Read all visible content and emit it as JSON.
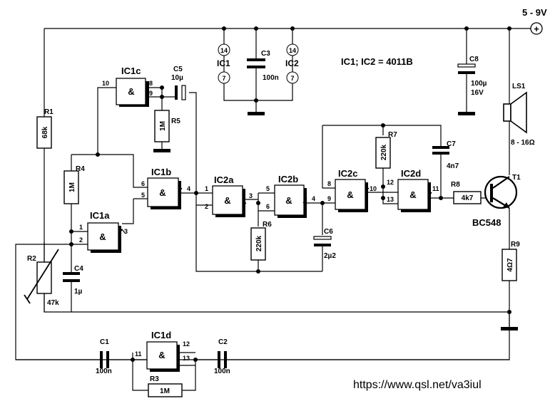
{
  "supply": {
    "label": "5 - 9V",
    "symbol": "+"
  },
  "ic_note": "IC1; IC2 = 4011B",
  "gate_symbol": "&",
  "url": "https://www.qsl.net/va3iul",
  "ic_power": [
    {
      "name": "IC1",
      "pin_top": "14",
      "pin_bottom": "7"
    },
    {
      "name": "IC2",
      "pin_top": "14",
      "pin_bottom": "7"
    }
  ],
  "gates": [
    {
      "name": "IC1c",
      "pins": [
        "10",
        "8",
        "9"
      ]
    },
    {
      "name": "IC1b",
      "pins": [
        "6",
        "5",
        "4"
      ]
    },
    {
      "name": "IC1a",
      "pins": [
        "1",
        "2",
        "3"
      ]
    },
    {
      "name": "IC2a",
      "pins": [
        "1",
        "2",
        "3"
      ]
    },
    {
      "name": "IC2b",
      "pins": [
        "5",
        "6",
        "4"
      ]
    },
    {
      "name": "IC2c",
      "pins": [
        "8",
        "9",
        "10"
      ]
    },
    {
      "name": "IC2d",
      "pins": [
        "12",
        "13",
        "11"
      ]
    },
    {
      "name": "IC1d",
      "pins": [
        "11",
        "12",
        "13"
      ]
    }
  ],
  "resistors": [
    {
      "name": "R1",
      "value": "68k"
    },
    {
      "name": "R4",
      "value": "1M"
    },
    {
      "name": "R5",
      "value": "1M"
    },
    {
      "name": "R6",
      "value": "220k"
    },
    {
      "name": "R7",
      "value": "220k"
    },
    {
      "name": "R8",
      "value": "4k7"
    },
    {
      "name": "R9",
      "value": "4Ω7"
    },
    {
      "name": "R3",
      "value": "1M"
    },
    {
      "name": "R2",
      "value": "47k"
    }
  ],
  "capacitors": [
    {
      "name": "C3",
      "value": "100n"
    },
    {
      "name": "C5",
      "value": "10µ"
    },
    {
      "name": "C8",
      "value": "100µ",
      "value2": "16V"
    },
    {
      "name": "C7",
      "value": "4n7"
    },
    {
      "name": "C6",
      "value": "2µ2"
    },
    {
      "name": "C4",
      "value": "1µ"
    },
    {
      "name": "C1",
      "value": "100n"
    },
    {
      "name": "C2",
      "value": "100n"
    }
  ],
  "transistor": {
    "name": "T1",
    "type": "BC548"
  },
  "speaker": {
    "name": "LS1",
    "value": "8 - 16Ω"
  }
}
